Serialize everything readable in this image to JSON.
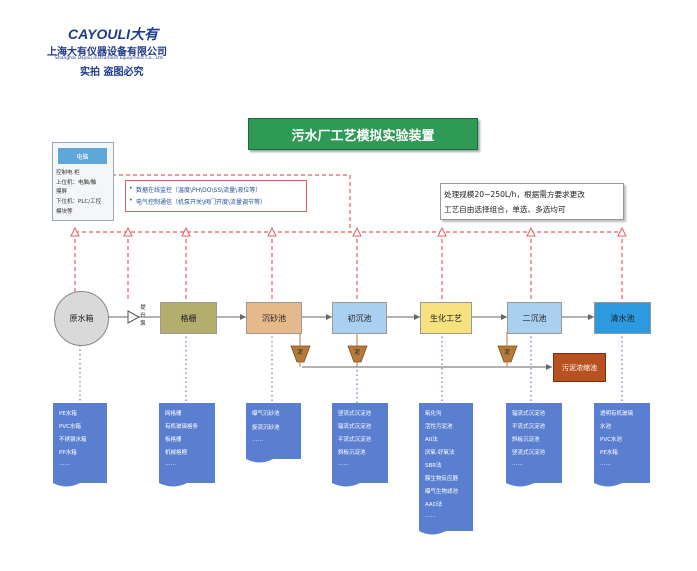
{
  "header": {
    "brand": "CAYOULI大有",
    "company_cn": "上海大有仪器设备有限公司",
    "company_en": "Shanghai Dayou Instrument Equipment Co., Ltd.",
    "copyright": "实拍  盗图必究"
  },
  "title": "污水厂工艺模拟实验装置",
  "computer": {
    "screen": "电脑",
    "lines": [
      "控制电 柜",
      "上位机：电脑/触",
      "摸屏",
      "下位机：PLC/工控",
      "模块等"
    ]
  },
  "monitor": {
    "lines": [
      "数据在线监控（温度\\PH\\DO\\SS\\流量\\液位等）",
      "电气控制通信（机泵开关\\阀门开度\\流量调节等）"
    ]
  },
  "note": {
    "lines": [
      "处理规模20~250L/h，根据需方要求更改",
      "工艺自由选择组合，单选、多选均可"
    ]
  },
  "stages": {
    "raw": "原水箱",
    "pump": [
      "提",
      "升",
      "泵"
    ],
    "grille": "格栅",
    "grit": "沉砂池",
    "primary": "初沉池",
    "bio": "生化工艺",
    "secondary": "二沉池",
    "clear": "清水池",
    "sludge_tank": "污泥浓缩池",
    "hopper_label": "泥"
  },
  "options": {
    "raw": [
      "PE水箱",
      "PVC水箱",
      "不锈钢水箱",
      "PP水箱",
      "……"
    ],
    "grille": [
      "网格栅",
      "有机玻璃格条",
      "板格栅",
      "机械格栅",
      "……"
    ],
    "grit": [
      "曝气沉砂池",
      "旋流沉砂池",
      "……"
    ],
    "primary": [
      "竖流式沉淀池",
      "辐流式沉淀池",
      "平流式沉淀池",
      "斜板沉淀池",
      "……"
    ],
    "bio": [
      "氧化沟",
      "活性污泥池",
      "A0法",
      "厌氧-好氧法",
      "SBR法",
      "膜生物反应器",
      "曝气生物滤池",
      "AAO法",
      "……"
    ],
    "secondary": [
      "辐流式沉淀池",
      "平流式沉淀池",
      "斜板沉淀池",
      "竖流式沉淀池",
      "……"
    ],
    "clear": [
      "透明有机玻璃",
      "水池",
      "PVC水池",
      "PE水箱",
      "……"
    ]
  },
  "colors": {
    "title_bg": "#2e9a55",
    "grille": "#b3ad6e",
    "grit": "#e6b98a",
    "primary": "#a9d0ee",
    "bio": "#f7e07e",
    "secondary": "#a9d0ee",
    "clear": "#2d9ae0",
    "sludge": "#b8501f",
    "signal_line": "#e06060",
    "option_card": "#5b7fd0"
  }
}
